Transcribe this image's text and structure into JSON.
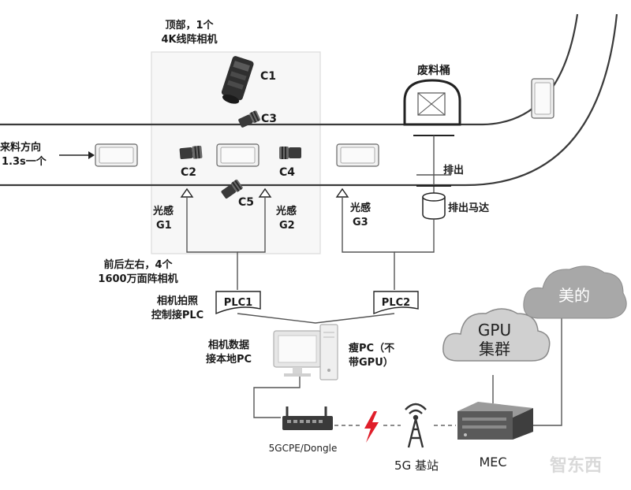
{
  "labels": {
    "top_camera": [
      "顶部，1个",
      "4K线阵相机"
    ],
    "c1": "C1",
    "c2": "C2",
    "c3": "C3",
    "c4": "C4",
    "c5": "C5",
    "waste_bin": "废料桶",
    "feed_direction": [
      "来料方向",
      "1.3s一个"
    ],
    "eject": "排出",
    "eject_motor": "排出马达",
    "sensor_g1": [
      "光感",
      "G1"
    ],
    "sensor_g2": [
      "光感",
      "G2"
    ],
    "sensor_g3": [
      "光感",
      "G3"
    ],
    "area_cameras": [
      "前后左右，4个",
      "1600万面阵相机"
    ],
    "plc_control": [
      "相机拍照",
      "控制接PLC"
    ],
    "plc1": "PLC1",
    "plc2": "PLC2",
    "camera_data": [
      "相机数据",
      "接本地PC"
    ],
    "thin_pc": [
      "瘦PC（不",
      "带GPU）"
    ],
    "gpu_cluster": [
      "GPU",
      "集群"
    ],
    "midea": "美的",
    "cpe": "5GCPE/Dongle",
    "base_station": "5G 基站",
    "mec": "MEC",
    "watermark": "智东西"
  },
  "colors": {
    "line": "#3a3a3a",
    "cloud_fill": "#d0d0d0",
    "cloud_midea": "#a8a8a8",
    "lightning": "#e01e2a",
    "watermark": "#d9d9d9"
  },
  "icons": [
    "camera-icon",
    "line-scan-camera-icon",
    "waste-bin-icon",
    "motor-icon",
    "sensor-arrow-icon",
    "pc-icon",
    "router-icon",
    "antenna-icon",
    "server-icon",
    "cloud-icon",
    "lightning-icon"
  ]
}
